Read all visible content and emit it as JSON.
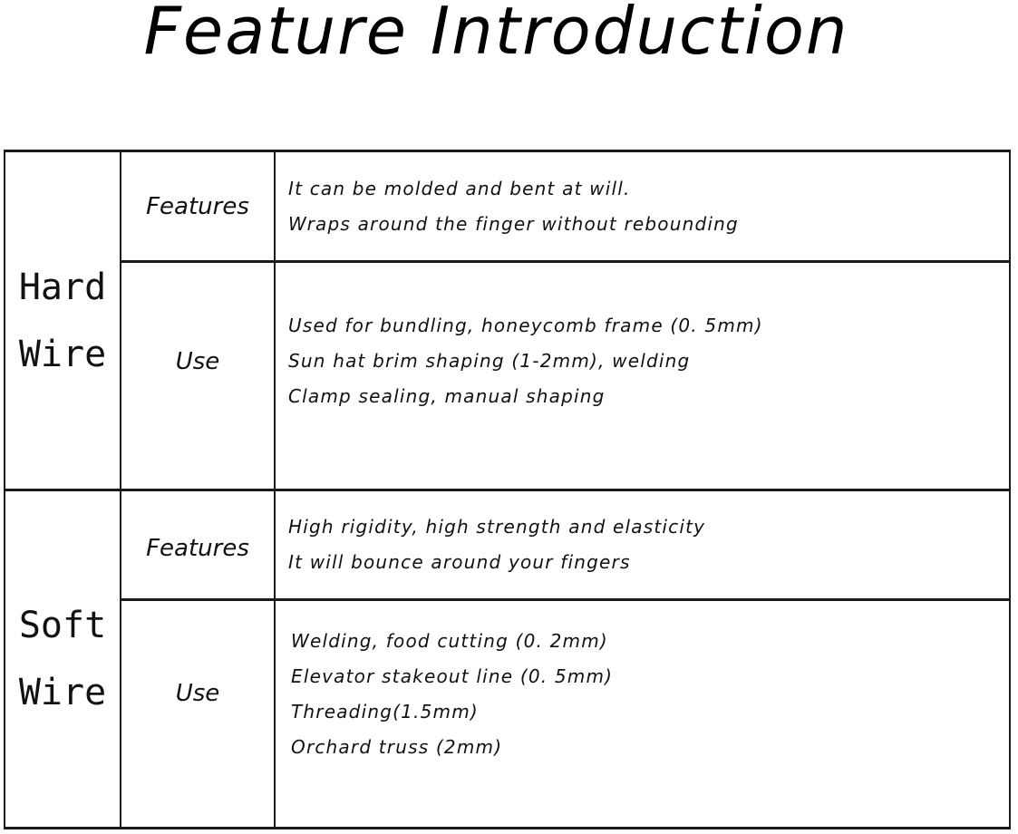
{
  "title": "Feature Introduction",
  "groups": [
    {
      "label_lines": [
        "Hard",
        "Wire"
      ],
      "rows": [
        {
          "label": "Features",
          "lines": [
            "It can be molded and bent at will.",
            "Wraps around the finger without rebounding"
          ]
        },
        {
          "label": "Use",
          "lines": [
            "Used for bundling, honeycomb frame (0. 5mm)",
            "Sun hat brim shaping (1-2mm), welding",
            "Clamp sealing, manual shaping"
          ]
        }
      ]
    },
    {
      "label_lines": [
        "Soft",
        "Wire"
      ],
      "rows": [
        {
          "label": "Features",
          "lines": [
            "High rigidity, high strength and elasticity",
            "It will bounce around your fingers"
          ]
        },
        {
          "label": "Use",
          "lines": [
            "Welding, food cutting (0. 2mm)",
            "Elevator stakeout line (0. 5mm)",
            "Threading(1.5mm)",
            "Orchard truss (2mm)"
          ]
        }
      ]
    }
  ]
}
